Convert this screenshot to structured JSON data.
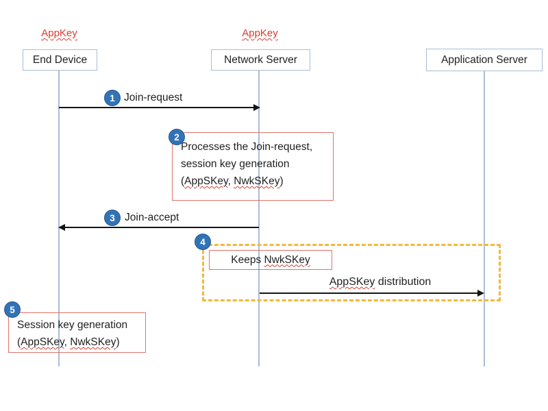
{
  "colors": {
    "lifeline": "#a9bdd3",
    "note-border": "#e0716a",
    "group-border": "#f0b83e",
    "badge-fill": "#3273b5",
    "badge-border": "#27598f",
    "key-red": "#d93a2e",
    "arrow": "#141414",
    "text": "#1f1f1f"
  },
  "actors": {
    "end_device": {
      "key": "AppKey",
      "label": "End Device"
    },
    "network_server": {
      "key": "AppKey",
      "label": "Network Server"
    },
    "application_server": {
      "label": "Application Server"
    }
  },
  "steps": {
    "s1": {
      "num": "1",
      "label": "Join-request"
    },
    "s2": {
      "num": "2",
      "line1": "Processes the Join-request,",
      "line2": "session key generation",
      "paren_open": "(",
      "key1": "AppSKey",
      "comma": ", ",
      "key2": "NwkSKey",
      "paren_close": ")"
    },
    "s3": {
      "num": "3",
      "label": "Join-accept"
    },
    "s4": {
      "num": "4",
      "keeps_prefix": "Keeps ",
      "keeps_key": "NwkSKey",
      "dist_key": "AppSKey",
      "dist_suffix": " distribution"
    },
    "s5": {
      "num": "5",
      "line1": "Session key generation",
      "paren_open": "(",
      "key1": "AppSKey",
      "comma": ", ",
      "key2": "NwkSKey",
      "paren_close": ")"
    }
  }
}
